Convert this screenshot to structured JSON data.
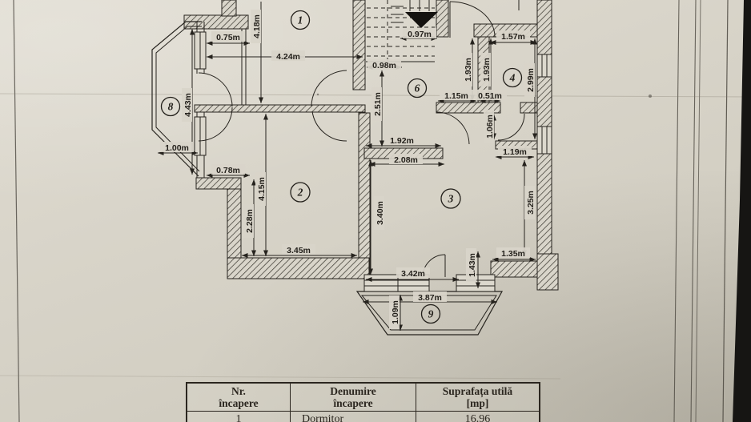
{
  "rooms": {
    "r1": "1",
    "r2": "2",
    "r3": "3",
    "r4": "4",
    "r6": "6",
    "r8": "8",
    "r9": "9"
  },
  "dims": {
    "d_075": "0.75m",
    "d_418": "4.18m",
    "d_424": "4.24m",
    "d_098": "0.98m",
    "d_097": "0.97m",
    "d_157": "1.57m",
    "d_193a": "1.93m",
    "d_193b": "1.93m",
    "d_299": "2.99m",
    "d_115": "1.15m",
    "d_051": "0.51m",
    "d_106": "1.06m",
    "d_119": "1.19m",
    "d_251": "2.51m",
    "d_192": "1.92m",
    "d_208": "2.08m",
    "d_443": "4.43m",
    "d_100": "1.00m",
    "d_078": "0.78m",
    "d_415": "4.15m",
    "d_228": "2.28m",
    "d_345": "3.45m",
    "d_340": "3.40m",
    "d_325": "3.25m",
    "d_135": "1.35m",
    "d_143": "1.43m",
    "d_342": "3.42m",
    "d_387": "3.87m",
    "d_109": "1.09m"
  },
  "table": {
    "header": {
      "col1_line1": "Nr.",
      "col1_line2": "încapere",
      "col2_line1": "Denumire",
      "col2_line2": "încapere",
      "col3_line1": "Suprafața utilă",
      "col3_line2": "[mp]"
    },
    "rows": [
      {
        "nr": "1",
        "name": "Dormitor",
        "area": "16.96"
      }
    ]
  }
}
